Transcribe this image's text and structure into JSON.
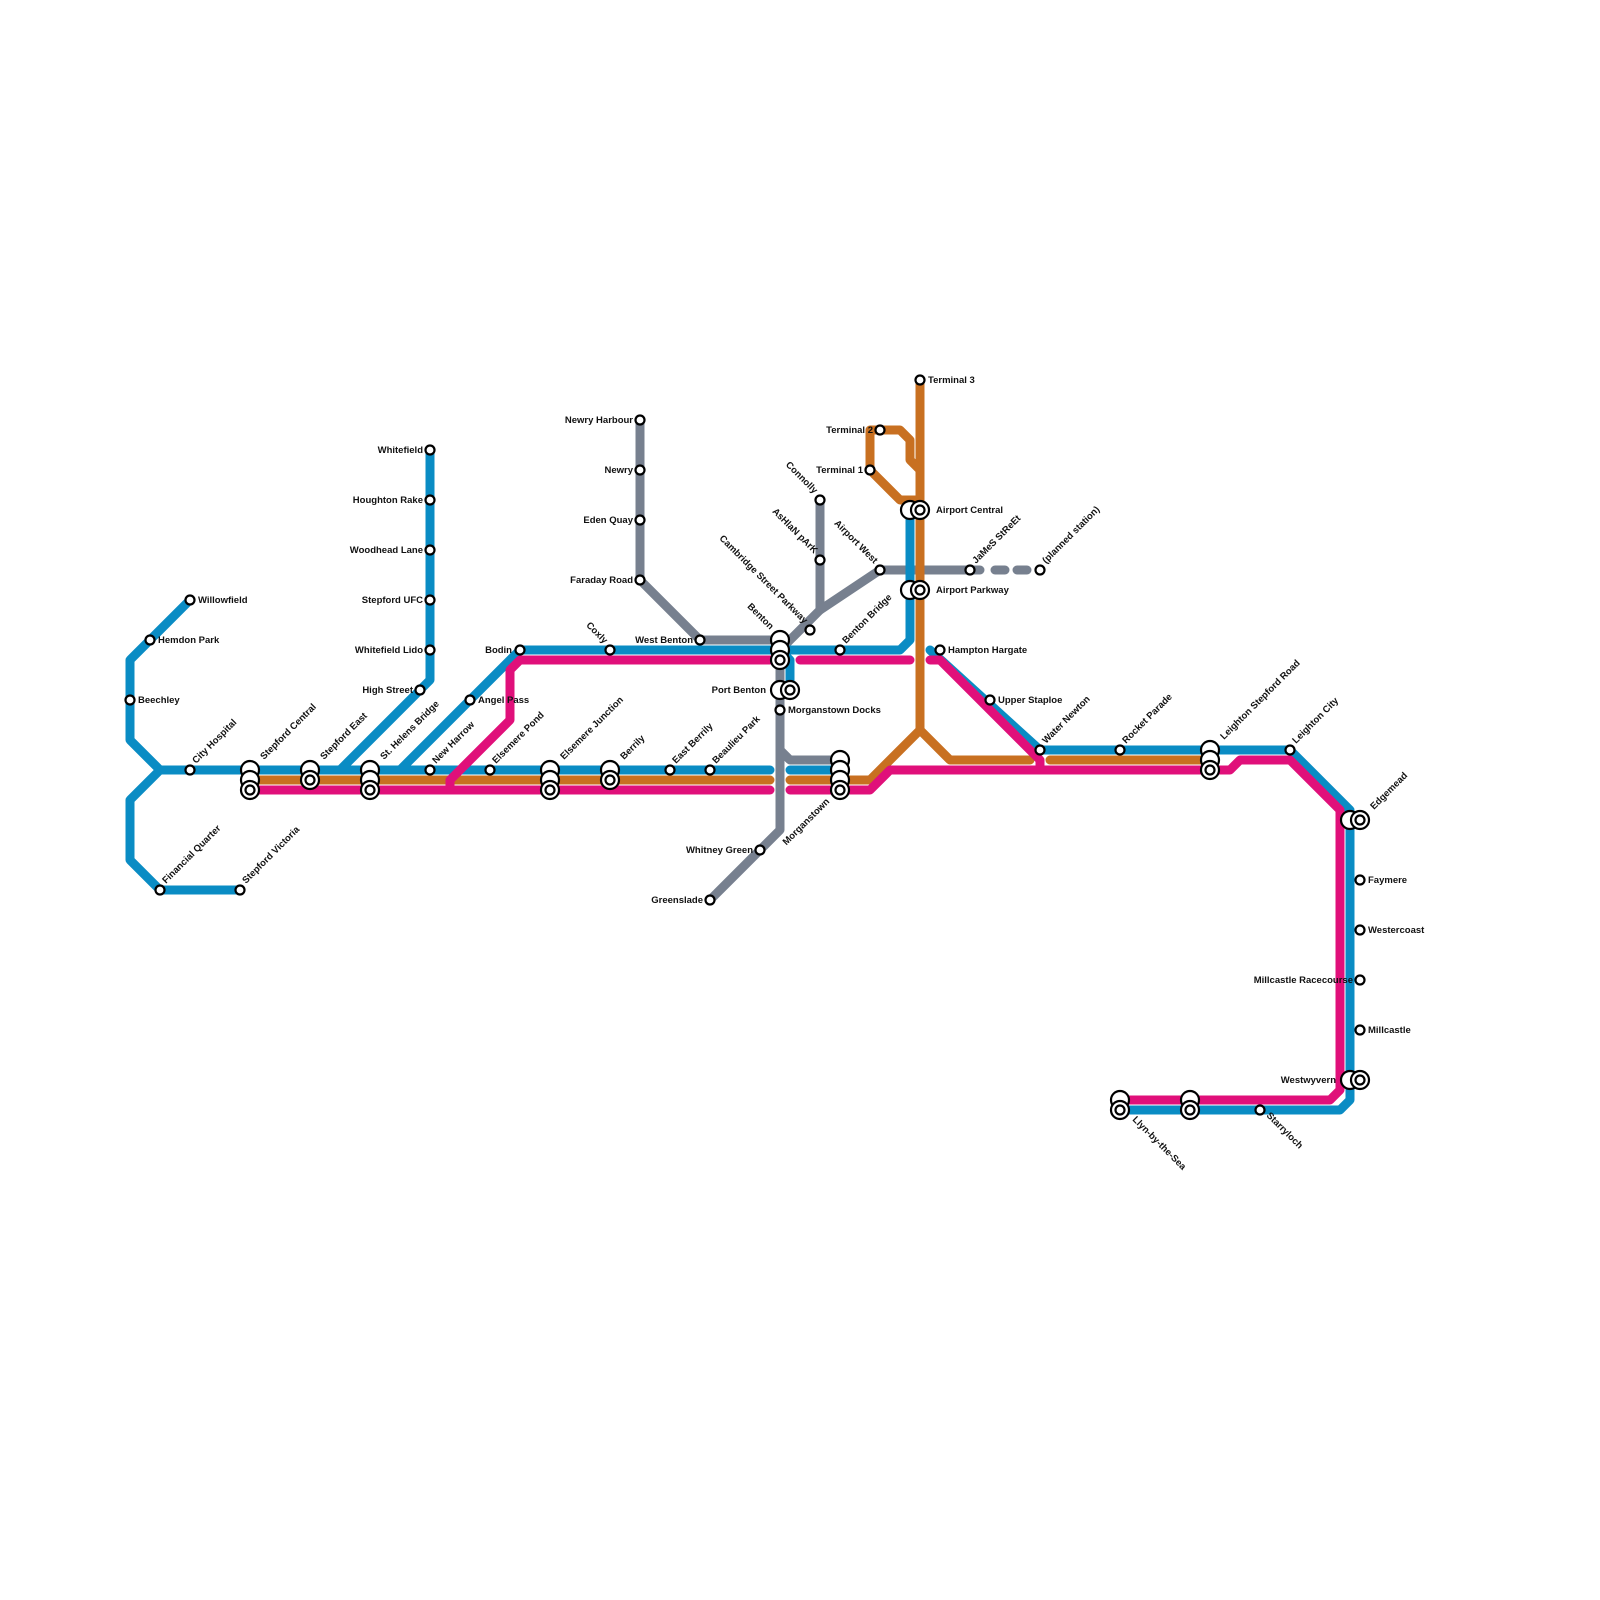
{
  "map": {
    "lines": [
      {
        "id": "blue",
        "color": "#0a8cc4"
      },
      {
        "id": "magenta",
        "color": "#e0107a"
      },
      {
        "id": "orange",
        "color": "#c87021"
      },
      {
        "id": "grey",
        "color": "#77808f"
      }
    ],
    "stations": [
      {
        "id": "willowfield",
        "name": "Willowfield"
      },
      {
        "id": "hemdon-park",
        "name": "Hemdon Park"
      },
      {
        "id": "beechley",
        "name": "Beechley"
      },
      {
        "id": "city-hospital",
        "name": "City Hospital"
      },
      {
        "id": "financial-quarter",
        "name": "Financial Quarter"
      },
      {
        "id": "stepford-victoria",
        "name": "Stepford Victoria"
      },
      {
        "id": "stepford-central",
        "name": "Stepford Central"
      },
      {
        "id": "stepford-east",
        "name": "Stepford East"
      },
      {
        "id": "st-helens-bridge",
        "name": "St. Helens Bridge"
      },
      {
        "id": "new-harrow",
        "name": "New Harrow"
      },
      {
        "id": "whitefield",
        "name": "Whitefield"
      },
      {
        "id": "houghton-rake",
        "name": "Houghton Rake"
      },
      {
        "id": "woodhead-lane",
        "name": "Woodhead Lane"
      },
      {
        "id": "stepford-ufc",
        "name": "Stepford UFC"
      },
      {
        "id": "whitefield-lido",
        "name": "Whitefield Lido"
      },
      {
        "id": "high-street",
        "name": "High Street"
      },
      {
        "id": "angel-pass",
        "name": "Angel Pass"
      },
      {
        "id": "elsemere-pond",
        "name": "Elsemere Pond"
      },
      {
        "id": "elsemere-junction",
        "name": "Elsemere Junction"
      },
      {
        "id": "berrily",
        "name": "Berrily"
      },
      {
        "id": "east-berrily",
        "name": "East Berrily"
      },
      {
        "id": "beaulieu-park",
        "name": "Beaulieu Park"
      },
      {
        "id": "bodin",
        "name": "Bodin"
      },
      {
        "id": "coxly",
        "name": "Coxly"
      },
      {
        "id": "newry-harbour",
        "name": "Newry Harbour"
      },
      {
        "id": "newry",
        "name": "Newry"
      },
      {
        "id": "eden-quay",
        "name": "Eden Quay"
      },
      {
        "id": "faraday-road",
        "name": "Faraday Road"
      },
      {
        "id": "west-benton",
        "name": "West Benton"
      },
      {
        "id": "benton",
        "name": "Benton"
      },
      {
        "id": "port-benton",
        "name": "Port Benton"
      },
      {
        "id": "morganstown-docks",
        "name": "Morganstown Docks"
      },
      {
        "id": "whitney-green",
        "name": "Whitney Green"
      },
      {
        "id": "greenslade",
        "name": "Greenslade"
      },
      {
        "id": "morganstown",
        "name": "Morganstown"
      },
      {
        "id": "cambridge-street-parkway",
        "name": "Cambridge Street Parkway"
      },
      {
        "id": "ashlan-park",
        "name": "AsHlaN pArK"
      },
      {
        "id": "connolly",
        "name": "Connolly"
      },
      {
        "id": "benton-bridge",
        "name": "Benton Bridge"
      },
      {
        "id": "airport-west",
        "name": "Airport West"
      },
      {
        "id": "terminal-1",
        "name": "Terminal 1"
      },
      {
        "id": "terminal-2",
        "name": "Terminal 2"
      },
      {
        "id": "terminal-3",
        "name": "Terminal 3"
      },
      {
        "id": "airport-central",
        "name": "Airport Central"
      },
      {
        "id": "airport-parkway",
        "name": "Airport Parkway"
      },
      {
        "id": "james-street",
        "name": "JaMeS StReEt"
      },
      {
        "id": "planned-station",
        "name": "(planned station)"
      },
      {
        "id": "hampton-hargate",
        "name": "Hampton Hargate"
      },
      {
        "id": "upper-staploe",
        "name": "Upper Staploe"
      },
      {
        "id": "water-newton",
        "name": "Water Newton"
      },
      {
        "id": "rocket-parade",
        "name": "Rocket Parade"
      },
      {
        "id": "leighton-stepford-road",
        "name": "Leighton Stepford Road"
      },
      {
        "id": "leighton-city",
        "name": "Leighton City"
      },
      {
        "id": "edgemead",
        "name": "Edgemead"
      },
      {
        "id": "faymere",
        "name": "Faymere"
      },
      {
        "id": "westercoast",
        "name": "Westercoast"
      },
      {
        "id": "millcastle-racecourse",
        "name": "Millcastle Racecourse"
      },
      {
        "id": "millcastle",
        "name": "Millcastle"
      },
      {
        "id": "westwyvern",
        "name": "Westwyvern"
      },
      {
        "id": "starryloch",
        "name": "Starryloch"
      },
      {
        "id": "llyn-by-the-sea",
        "name": "Llyn-by-the-Sea"
      }
    ]
  }
}
